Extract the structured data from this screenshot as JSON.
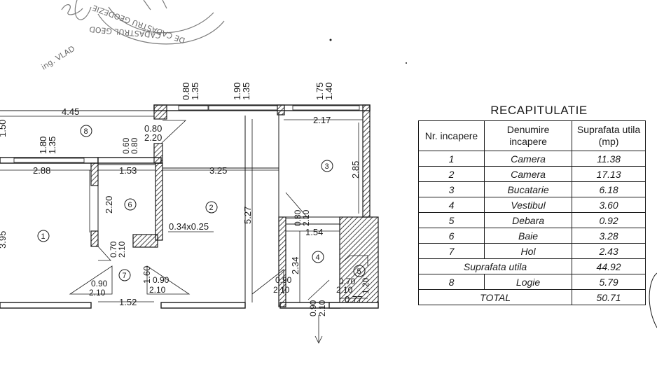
{
  "stamp": {
    "engineer_text": "ing. VLAD",
    "seal_text": "DE CADASTRU GEODEZIE",
    "seal_text_2": "CADASTRUL GEOD"
  },
  "plan": {
    "dimensions": {
      "top_window_1_a": "0.80",
      "top_window_1_b": "1.35",
      "top_window_2_a": "1.90",
      "top_window_2_b": "1.35",
      "top_window_3_a": "1.75",
      "top_window_3_b": "1.40",
      "logia_length": "4.45",
      "logia_height": "1.50",
      "logia_win_a": "1.80",
      "logia_win_b": "1.35",
      "logia_door_a": "0.60",
      "logia_door_b": "0.80",
      "logia_door2_a": "0.80",
      "logia_door2_b": "2.20",
      "kitchen_width": "2.17",
      "kitchen_height": "2.85",
      "room1_width": "2.88",
      "room1_height": "3.95",
      "bath_width": "1.53",
      "bath_height": "2.20",
      "room2_width": "3.25",
      "room2_height": "5.27",
      "duct": "0.34x0.25",
      "kitchen_door_a": "0.80",
      "kitchen_door_b": "2.10",
      "vestibule_width": "1.54",
      "vestibule_height": "2.34",
      "bath_door_a": "0.70",
      "bath_door_b": "2.10",
      "hall_height": "1.60",
      "hall_door_left_a": "0.90",
      "hall_door_left_b": "2.10",
      "hall_door_right_a": "0.90",
      "hall_door_right_b": "2.10",
      "hall_width": "1.52",
      "room2_door_a": "0.90",
      "room2_door_b": "2.10",
      "storage_door_a": "0.70",
      "storage_door_b": "2.10",
      "storage_height": "1.20",
      "storage_width": "0.77",
      "entry_door_a": "0.90",
      "entry_door_b": "2.10"
    },
    "rooms": {
      "r1": "1",
      "r2": "2",
      "r3": "3",
      "r4": "4",
      "r5": "5",
      "r6": "6",
      "r7": "7",
      "r8": "8"
    }
  },
  "recap": {
    "title": "RECAPITULATIE",
    "headers": {
      "col1": "Nr. incapere",
      "col2": "Denumire incapere",
      "col3": "Suprafata utila (mp)"
    },
    "rows": [
      {
        "nr": "1",
        "name": "Camera",
        "area": "11.38"
      },
      {
        "nr": "2",
        "name": "Camera",
        "area": "17.13"
      },
      {
        "nr": "3",
        "name": "Bucatarie",
        "area": "6.18"
      },
      {
        "nr": "4",
        "name": "Vestibul",
        "area": "3.60"
      },
      {
        "nr": "5",
        "name": "Debara",
        "area": "0.92"
      },
      {
        "nr": "6",
        "name": "Baie",
        "area": "3.28"
      },
      {
        "nr": "7",
        "name": "Hol",
        "area": "2.43"
      }
    ],
    "useful_area_label": "Suprafata utila",
    "useful_area_value": "44.92",
    "logia_row": {
      "nr": "8",
      "name": "Logie",
      "area": "5.79"
    },
    "total_label": "TOTAL",
    "total_value": "50.71"
  }
}
